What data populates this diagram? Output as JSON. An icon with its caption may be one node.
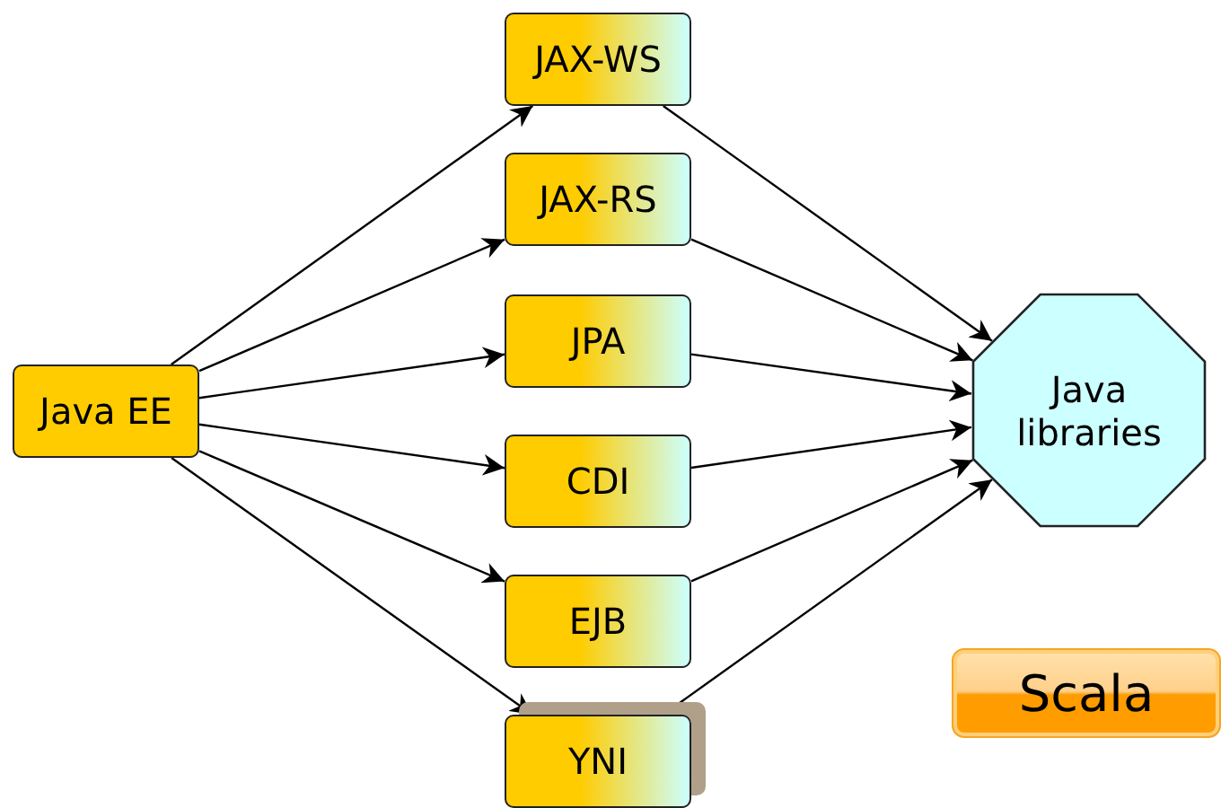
{
  "diagram": {
    "nodes": [
      {
        "text": [
          "Java EE"
        ]
      },
      {
        "text": [
          "JAX-WS"
        ]
      },
      {
        "text": [
          "JAX-RS"
        ]
      },
      {
        "text": [
          "JPA"
        ]
      },
      {
        "text": [
          "CDI"
        ]
      },
      {
        "text": [
          "EJB"
        ]
      },
      {
        "text": [
          "YNI"
        ]
      },
      {
        "text": [
          "Java libraries"
        ]
      },
      {
        "text": [
          "Scala"
        ]
      }
    ],
    "edges": [
      {
        "from": 0,
        "to": 1,
        "arrow": "to"
      },
      {
        "from": 0,
        "to": 2,
        "arrow": "to"
      },
      {
        "from": 0,
        "to": 3,
        "arrow": "to"
      },
      {
        "from": 0,
        "to": 4,
        "arrow": "to"
      },
      {
        "from": 0,
        "to": 5,
        "arrow": "to"
      },
      {
        "from": 0,
        "to": 6,
        "arrow": "to"
      },
      {
        "from": 1,
        "to": 7,
        "arrow": "to"
      },
      {
        "from": 2,
        "to": 7,
        "arrow": "to"
      },
      {
        "from": 3,
        "to": 7,
        "arrow": "to"
      },
      {
        "from": 4,
        "to": 7,
        "arrow": "to"
      },
      {
        "from": 5,
        "to": 7,
        "arrow": "to"
      },
      {
        "from": 6,
        "to": 7,
        "arrow": "to"
      }
    ]
  }
}
